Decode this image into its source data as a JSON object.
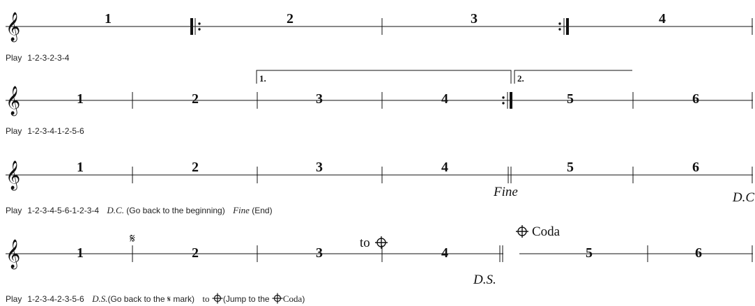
{
  "rows": [
    {
      "measures": [
        "1",
        "2",
        "3",
        "4"
      ],
      "caption": {
        "label": "Play",
        "sequence": "1-2-3-2-3-4"
      }
    },
    {
      "measures": [
        "1",
        "2",
        "3",
        "4",
        "5",
        "6"
      ],
      "volta_1": "1.",
      "volta_2": "2.",
      "caption": {
        "label": "Play",
        "sequence": "1-2-3-4-1-2-5-6"
      }
    },
    {
      "measures": [
        "1",
        "2",
        "3",
        "4",
        "5",
        "6"
      ],
      "fine_mark": "Fine",
      "dc_mark": "D.C",
      "caption": {
        "label": "Play",
        "sequence": "1-2-3-4-5-6-1-2-3-4",
        "dc_term": "D.C.",
        "dc_desc": "(Go back to the beginning)",
        "fine_term": "Fine",
        "fine_desc": "(End)"
      }
    },
    {
      "measures": [
        "1",
        "2",
        "3",
        "4",
        "5",
        "6"
      ],
      "to_label": "to",
      "coda_label": "Coda",
      "ds_mark": "D.S.",
      "caption": {
        "label": "Play",
        "sequence": "1-2-3-4-2-3-5-6",
        "ds_term": "D.S.",
        "ds_desc_a": "(Go back to the",
        "ds_desc_b": "mark)",
        "to_term": "to",
        "jump_desc_a": "(Jump to the",
        "coda_term": "Coda",
        "jump_desc_b": ")"
      }
    }
  ],
  "symbols": {
    "clef": "𝄞",
    "segno": "𝄋",
    "clef_icon": "treble-clef-icon",
    "segno_icon": "segno-icon",
    "coda_icon": "coda-icon"
  },
  "colors": {
    "ink": "#111111"
  }
}
